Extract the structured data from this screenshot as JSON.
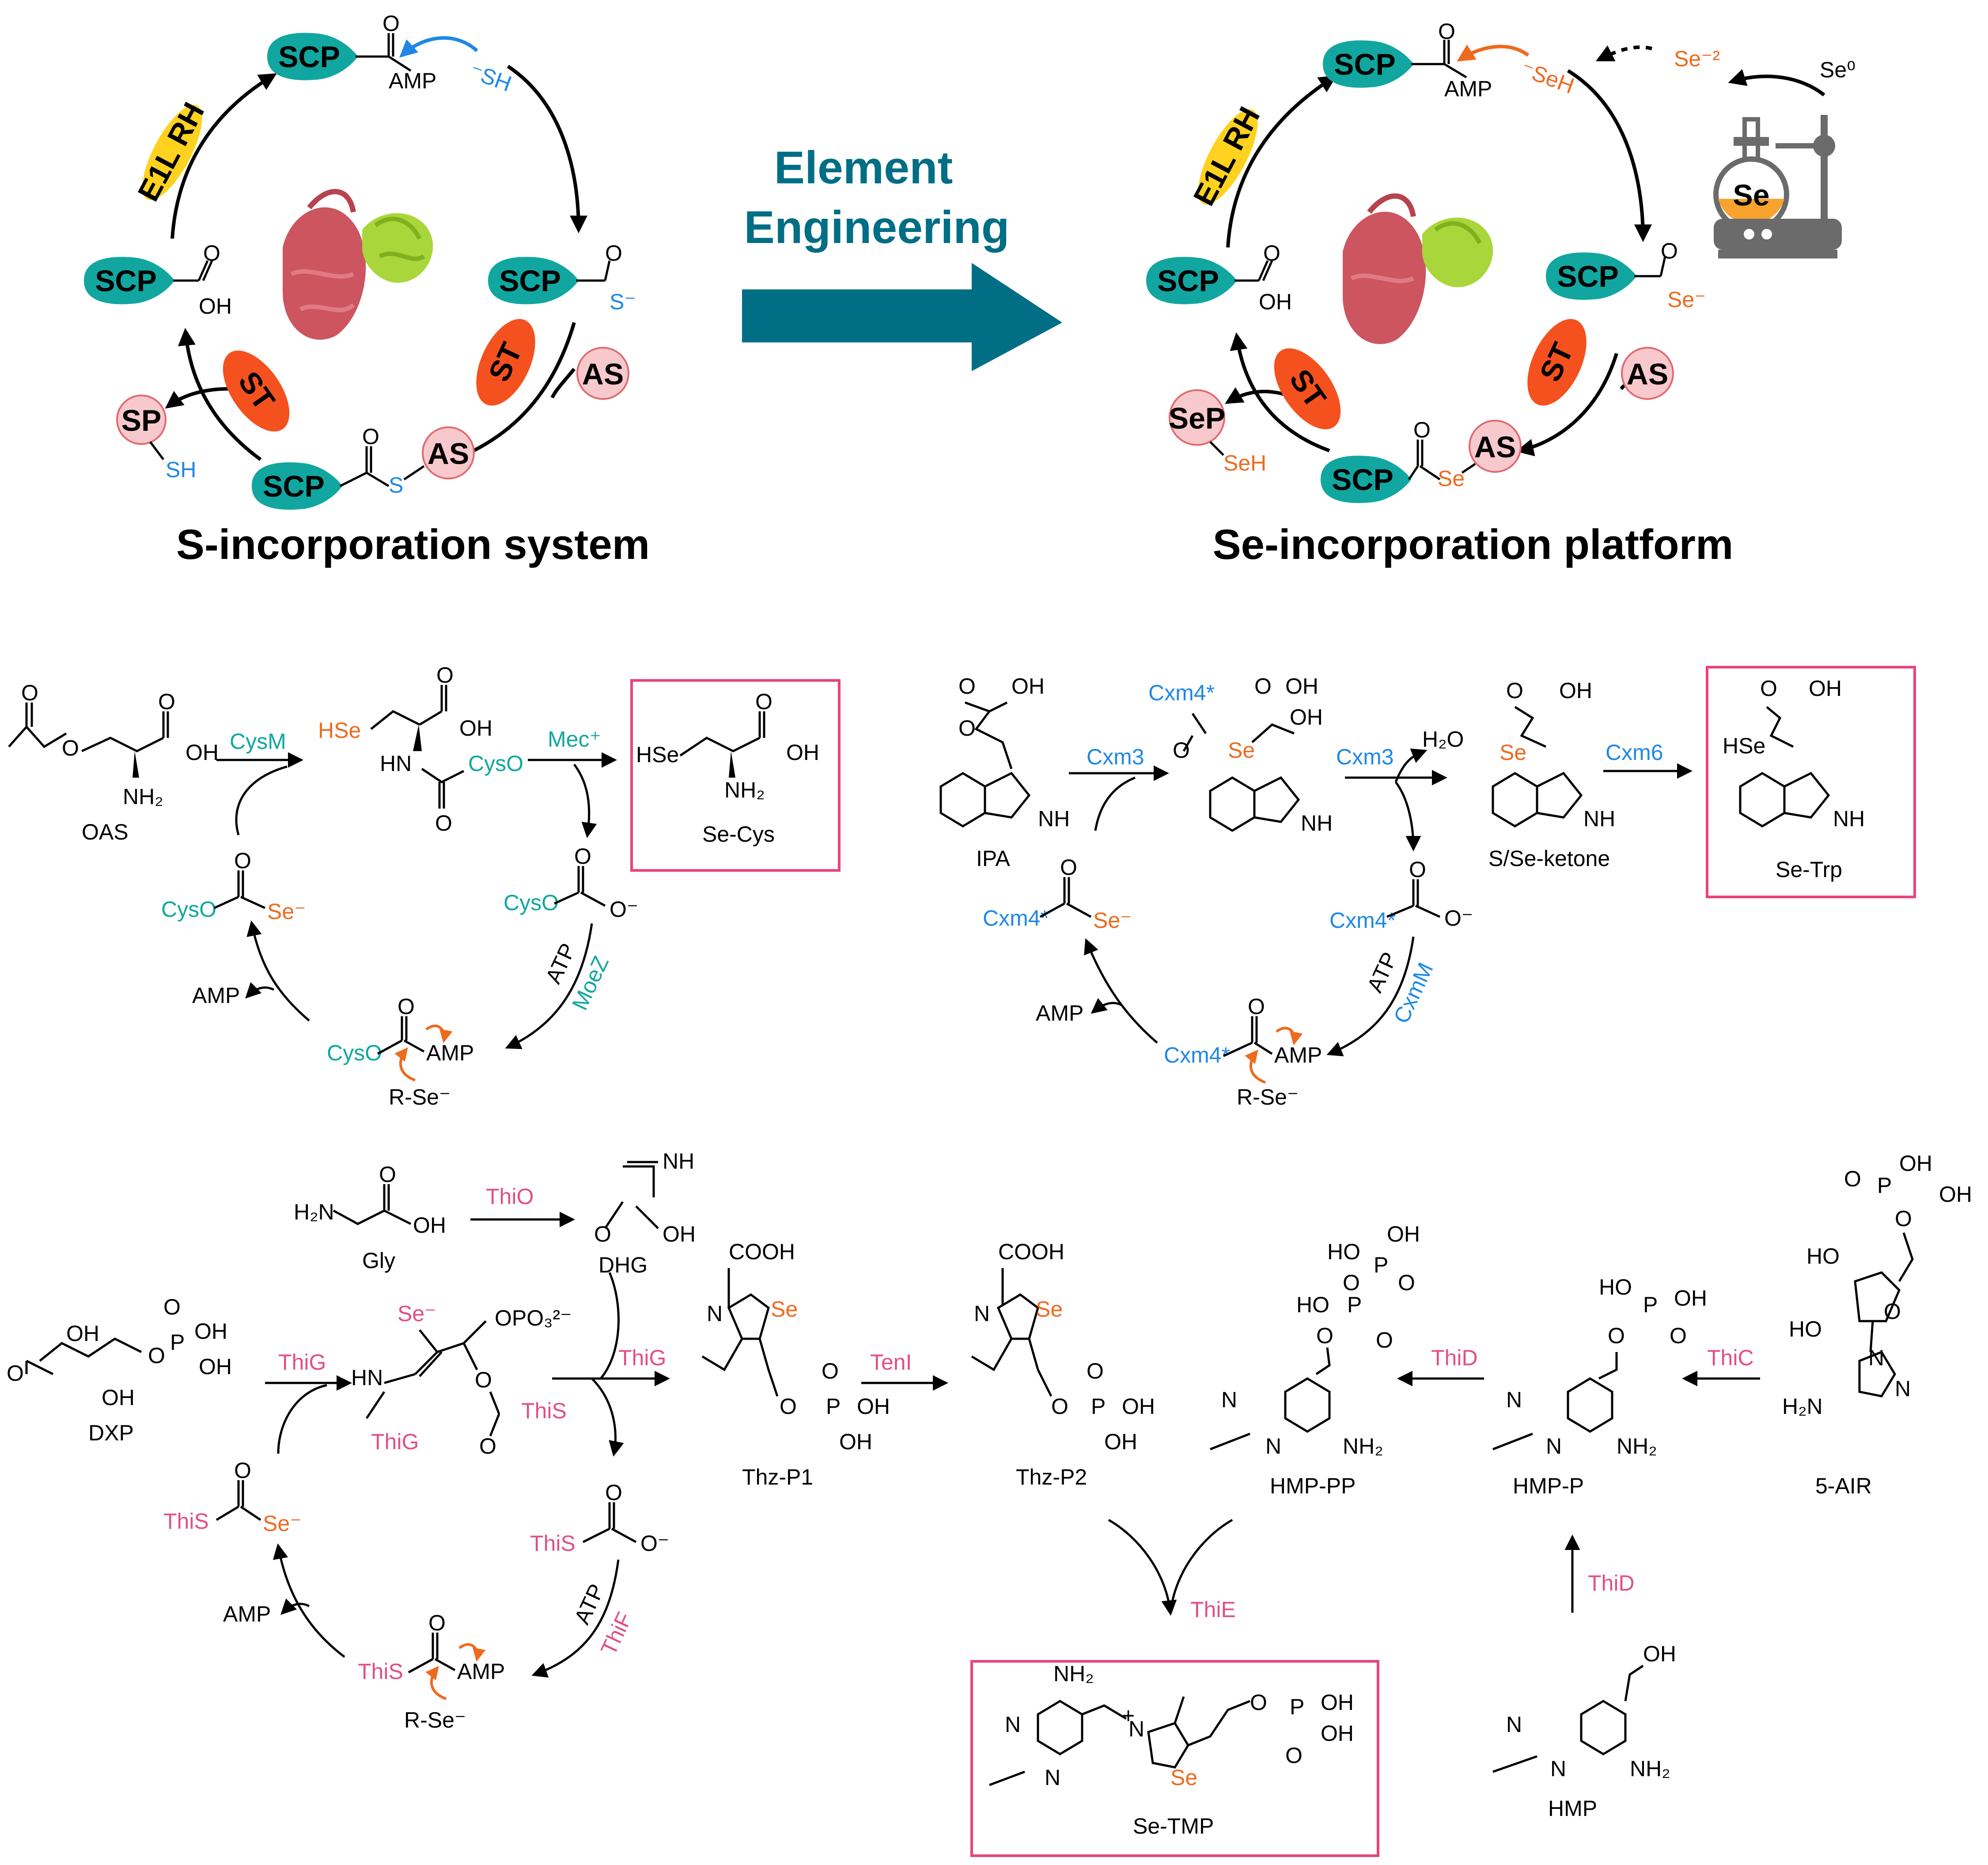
{
  "colors": {
    "teal": "#11a6a0",
    "blue": "#1f88e6",
    "orange": "#ee6a1f",
    "pink": "#e0517f",
    "arrow": "#006e85",
    "enzyme_st": "#f4511e",
    "enzyme_e1l": "#ffd21f",
    "pale_pink": "#f8c9cc",
    "box": "#e8457a"
  },
  "top": {
    "left_title": "S-incorporation system",
    "right_title": "Se-incorporation platform",
    "arrow_label_1": "Element",
    "arrow_label_2": "Engineering",
    "scp": "SCP",
    "st": "ST",
    "as": "AS",
    "sp": "SP",
    "sep": "SeP",
    "e1l": "E1L RH",
    "amp": "AMP",
    "o": "O",
    "oh": "OH",
    "sh_minus": "⁻SH",
    "seh_minus": "⁻SeH",
    "s_minus": "S⁻",
    "se_minus": "Se⁻",
    "s": "S",
    "se": "Se",
    "sh": "SH",
    "seh": "SeH",
    "se2": "Se⁻²",
    "se0": "Se⁰",
    "flask_se": "Se"
  },
  "cys": {
    "oas": "OAS",
    "oh": "OH",
    "nh2": "NH₂",
    "o": "O",
    "cysm": "CysM",
    "mec": "Mec⁺",
    "hse": "HSe",
    "hn": "HN",
    "cyso": "CysO",
    "se_cys": "Se-Cys",
    "o_minus": "O⁻",
    "se_minus": "Se⁻",
    "atp": "ATP",
    "moez": "MoeZ",
    "amp": "AMP",
    "r_se": "R-Se⁻"
  },
  "trp": {
    "ipa": "IPA",
    "cxm3": "Cxm3",
    "cxm4": "Cxm4*",
    "cxm6": "Cxm6",
    "cxmm": "CxmM",
    "h2o": "H₂O",
    "se": "Se",
    "ketone": "S/Se-ketone",
    "se_trp": "Se-Trp",
    "hse": "HSe",
    "nh": "NH",
    "oh": "OH",
    "o": "O",
    "o_minus": "O⁻",
    "se_minus": "Se⁻",
    "atp": "ATP",
    "amp": "AMP",
    "r_se": "R-Se⁻"
  },
  "tmp": {
    "gly": "Gly",
    "h2n": "H₂N",
    "thio": "ThiO",
    "nh": "NH",
    "dhg": "DHG",
    "dxp": "DXP",
    "thig": "ThiG",
    "hn": "HN",
    "se_minus": "Se⁻",
    "opo3": "OPO₃²⁻",
    "this": "ThiS",
    "cooh": "COOH",
    "se": "Se",
    "thz_p1": "Thz-P1",
    "teni": "TenI",
    "thz_p2": "Thz-P2",
    "thid": "ThiD",
    "thic": "ThiC",
    "thie": "ThiE",
    "thif": "ThiF",
    "hmp_pp": "HMP-PP",
    "hmp_p": "HMP-P",
    "hmp": "HMP",
    "air": "5-AIR",
    "se_tmp": "Se-TMP",
    "ho": "HO",
    "oh": "OH",
    "o": "O",
    "p": "P",
    "n": "N",
    "nh2": "NH₂",
    "plus": "+",
    "o_minus": "O⁻",
    "atp": "ATP",
    "amp": "AMP",
    "r_se": "R-Se⁻"
  }
}
